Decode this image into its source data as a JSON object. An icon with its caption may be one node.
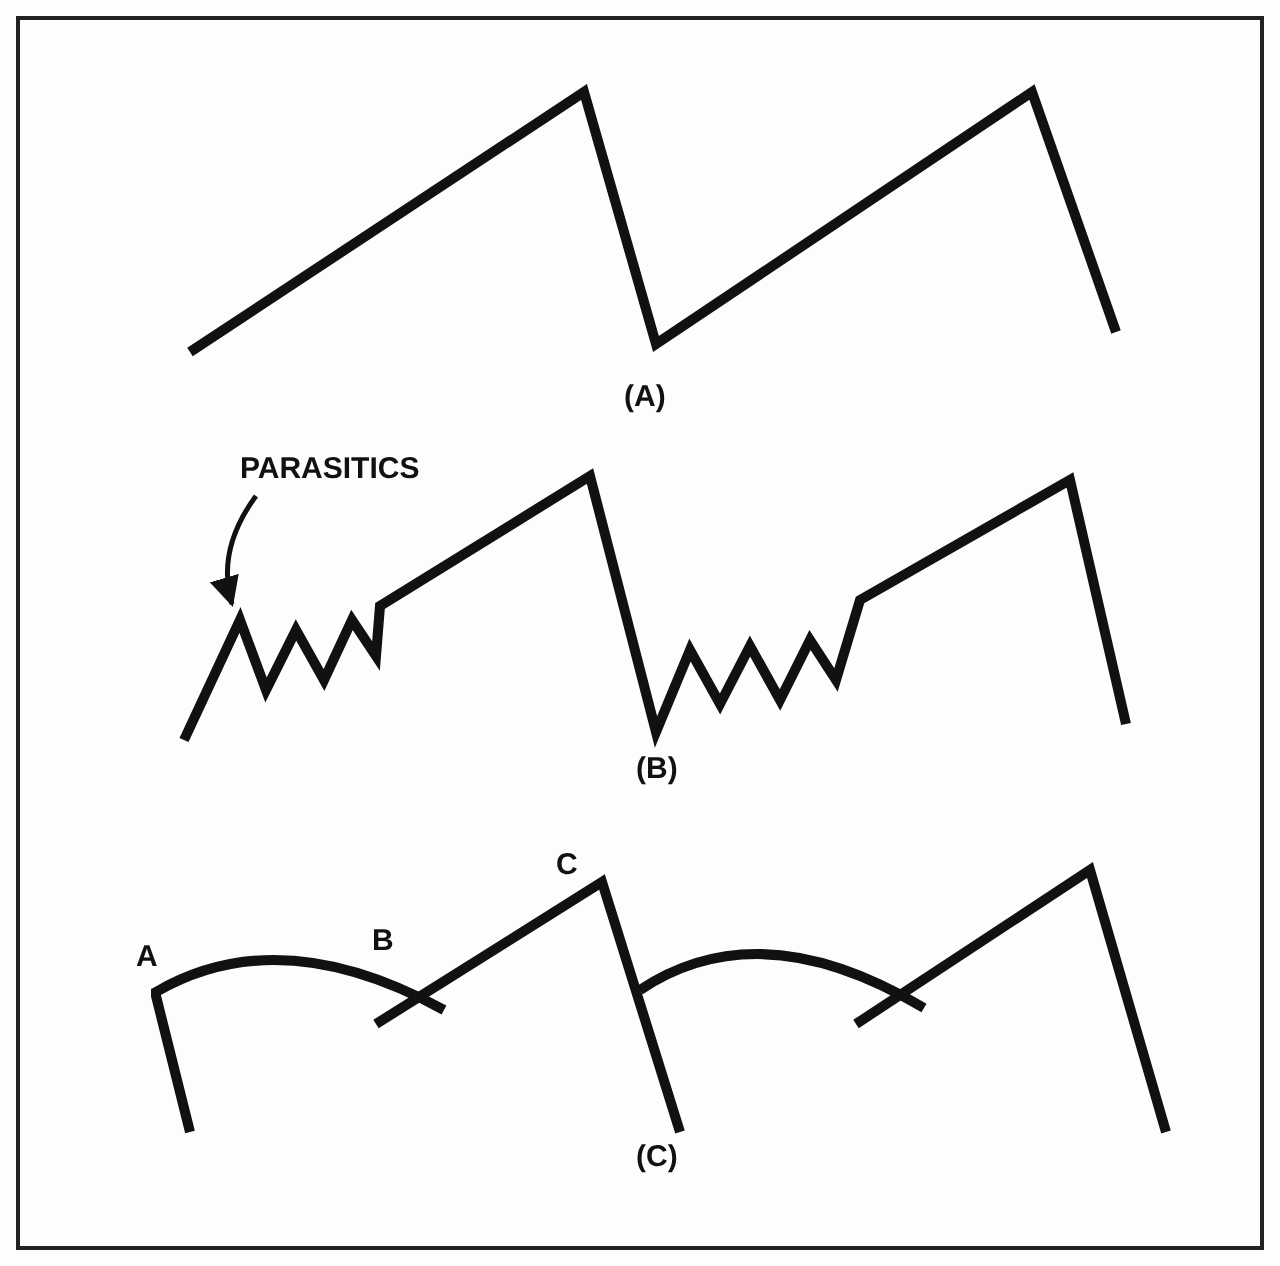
{
  "diagram": {
    "nodes": [
      {
        "text": [
          "PARASITICS"
        ]
      },
      {
        "text": [],
        "shape": "picture"
      }
    ],
    "edges": [
      {
        "from": 0,
        "to": 1,
        "arrow": "to"
      }
    ],
    "labels": [
      "(A)",
      "(B)",
      "A",
      "B",
      "C",
      "(C)"
    ]
  }
}
